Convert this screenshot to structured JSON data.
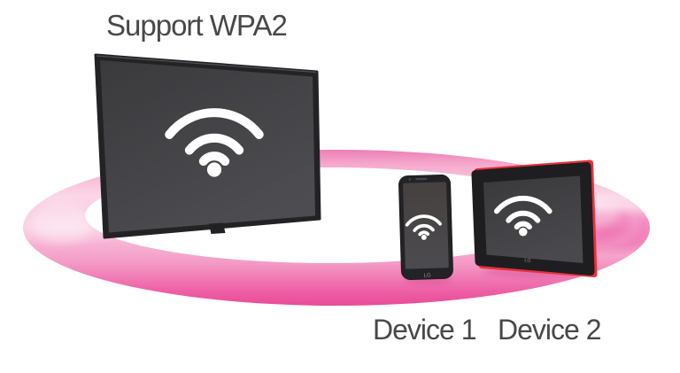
{
  "title": "Support WPA2",
  "labels": {
    "device1": "Device 1",
    "device2": "Device 2"
  },
  "brand": {
    "logo": "LG"
  },
  "icons": {
    "wifi": "wifi-icon",
    "wifi_count": 3,
    "wifi_on": [
      "tv-screen",
      "smartphone-screen",
      "tablet-screen"
    ]
  },
  "colors": {
    "background": "#ffffff",
    "caption_text": "#484848",
    "ring_pink_edge": "#ed7fb6",
    "ring_pink_light": "#fbd7e8",
    "ring_pink_strong": "#e94a98",
    "tv_body": "#232325",
    "tv_screen_dark": "#3a3a3d",
    "tv_screen_light": "#4d4d51",
    "phone_body": "#232326",
    "tablet_body": "#1e1e20",
    "tablet_back_red": "#e8313b",
    "wifi_icon": "#ffffff",
    "logo_gray": "#96969a"
  }
}
